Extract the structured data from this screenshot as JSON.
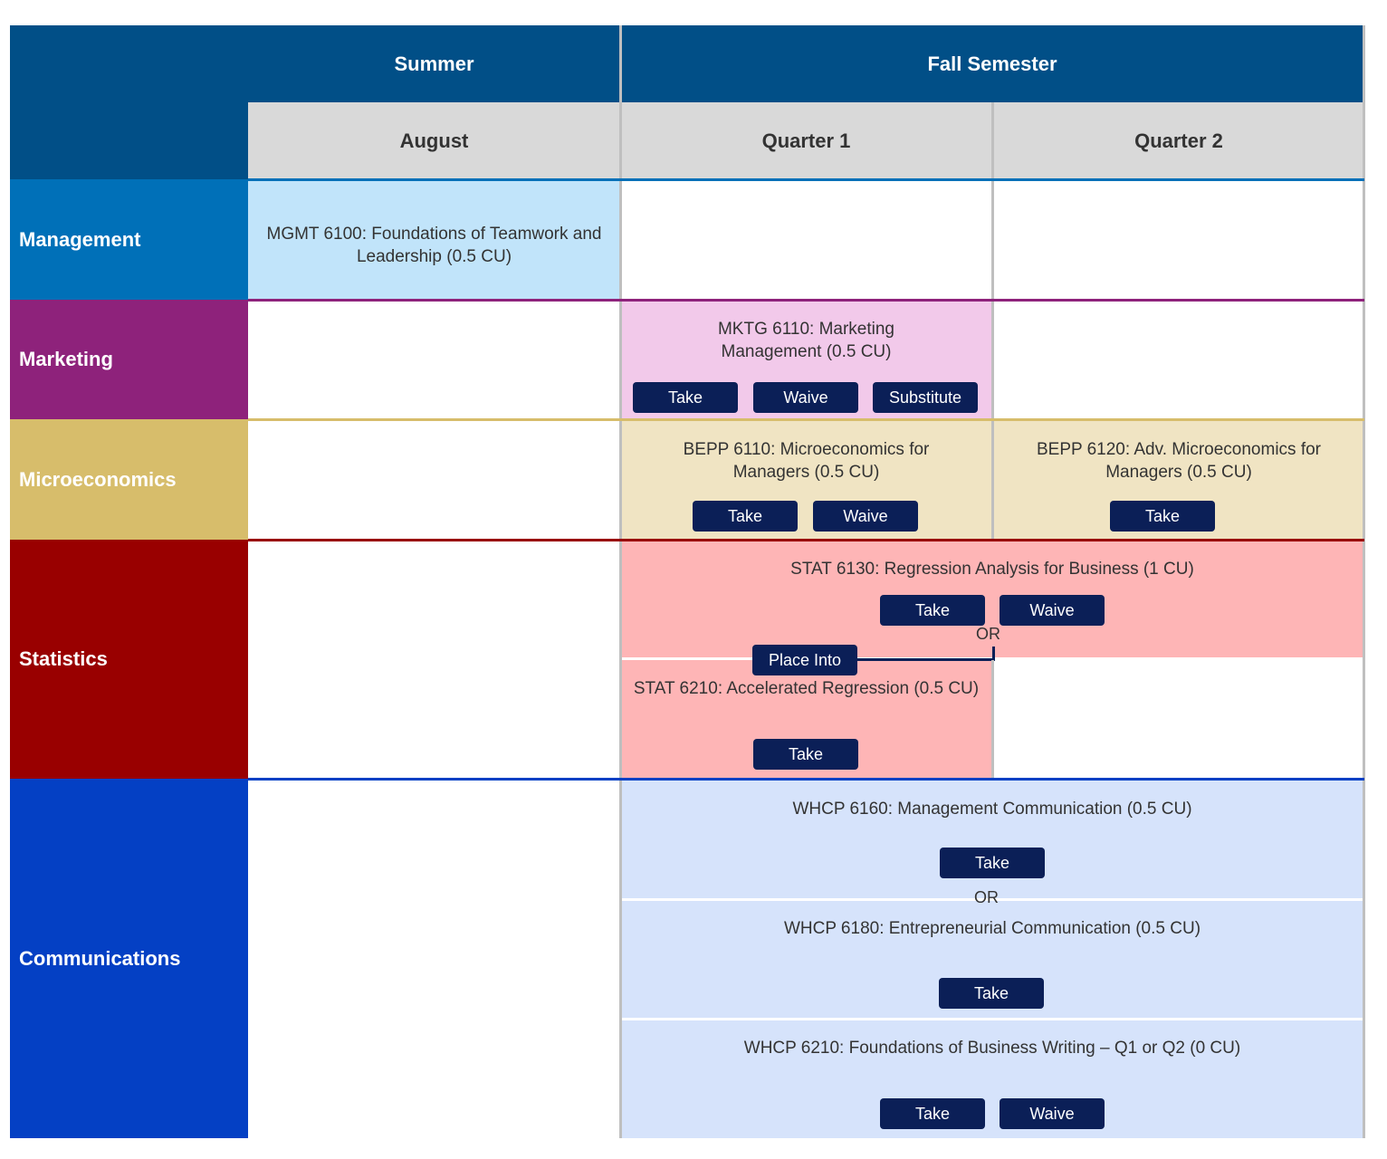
{
  "header": {
    "summer": "Summer",
    "fall": "Fall Semester",
    "august": "August",
    "q1": "Quarter 1",
    "q2": "Quarter 2"
  },
  "categories": {
    "management": "Management",
    "marketing": "Marketing",
    "microeconomics": "Microeconomics",
    "statistics": "Statistics",
    "communications": "Communications"
  },
  "courses": {
    "mgmt6100": "MGMT 6100: Foundations of Teamwork and Leadership (0.5 CU)",
    "mktg6110": "MKTG 6110: Marketing Management (0.5 CU)",
    "bepp6110": "BEPP 6110: Microeconomics for Managers (0.5 CU)",
    "bepp6120": "BEPP 6120: Adv. Microeconomics for Managers (0.5 CU)",
    "stat6130": "STAT 6130: Regression Analysis for Business (1 CU)",
    "stat6210": "STAT 6210: Accelerated Regression (0.5 CU)",
    "whcp6160": "WHCP 6160: Management Communication (0.5 CU)",
    "whcp6180": "WHCP 6180: Entrepreneurial Communication (0.5 CU)",
    "whcp6210": "WHCP 6210: Foundations of Business Writing – Q1 or Q2 (0 CU)"
  },
  "buttons": {
    "take": "Take",
    "waive": "Waive",
    "substitute": "Substitute",
    "place_into": "Place Into"
  },
  "or_label": "OR",
  "colors": {
    "header_dark": "#014f87",
    "management": "#0070b8",
    "marketing": "#8e227b",
    "microeconomics": "#d7bd6b",
    "statistics": "#990000",
    "communications": "#0440c4",
    "button": "#0b1f57"
  }
}
